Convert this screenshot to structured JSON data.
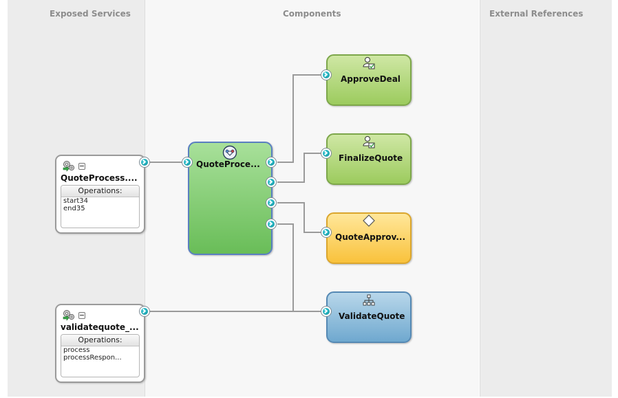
{
  "lanes": {
    "exposed_services": "Exposed Services",
    "components": "Components",
    "external_references": "External References"
  },
  "services": [
    {
      "name": "QuoteProcess....",
      "operations_title": "Operations:",
      "operations": [
        "start34",
        "end35"
      ]
    },
    {
      "name": "validatequote_...",
      "operations_title": "Operations:",
      "operations": [
        "process",
        "processRespon..."
      ]
    }
  ],
  "components": {
    "bpmn_process": "QuoteProce...",
    "approve_deal": "ApproveDeal",
    "finalize_quote": "FinalizeQuote",
    "quote_approval_rule": "QuoteApprov...",
    "validate_quote": "ValidateQuote"
  },
  "icons": {
    "service": "gear-service-icon",
    "collapse": "minus-icon",
    "port": "chevron-right-port-icon",
    "human_task": "human-task-icon",
    "business_rule": "diamond-rule-icon",
    "mediator": "hierarchy-icon",
    "process": "process-circle-icon"
  },
  "colors": {
    "human_task_fill": "#b7db83",
    "process_fill": "#82c870",
    "rule_fill": "#fbcf55",
    "mediator_fill": "#8cbbdc",
    "wire": "#9a9a9a"
  }
}
